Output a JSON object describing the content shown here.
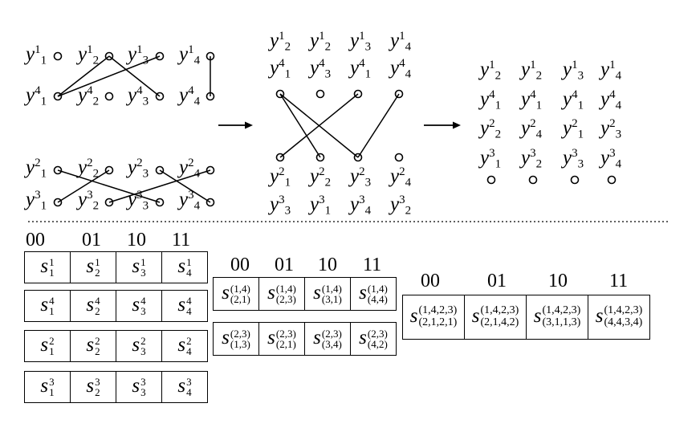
{
  "variable_letter": "y",
  "cell_letter": "s",
  "left_graph": {
    "top": {
      "row1": [
        {
          "sup": "1",
          "sub": "1"
        },
        {
          "sup": "1",
          "sub": "2"
        },
        {
          "sup": "1",
          "sub": "3"
        },
        {
          "sup": "1",
          "sub": "4"
        }
      ],
      "row2": [
        {
          "sup": "4",
          "sub": "1"
        },
        {
          "sup": "4",
          "sub": "2"
        },
        {
          "sup": "4",
          "sub": "3"
        },
        {
          "sup": "4",
          "sub": "4"
        }
      ]
    },
    "bottom": {
      "row1": [
        {
          "sup": "2",
          "sub": "1"
        },
        {
          "sup": "2",
          "sub": "2"
        },
        {
          "sup": "2",
          "sub": "3"
        },
        {
          "sup": "2",
          "sub": "4"
        }
      ],
      "row2": [
        {
          "sup": "3",
          "sub": "1"
        },
        {
          "sup": "3",
          "sub": "2"
        },
        {
          "sup": "3",
          "sub": "3"
        },
        {
          "sup": "3",
          "sub": "4"
        }
      ]
    }
  },
  "middle_graph": {
    "top_rows": [
      [
        {
          "sup": "1",
          "sub": "2"
        },
        {
          "sup": "1",
          "sub": "2"
        },
        {
          "sup": "1",
          "sub": "3"
        },
        {
          "sup": "1",
          "sub": "4"
        }
      ],
      [
        {
          "sup": "4",
          "sub": "1"
        },
        {
          "sup": "4",
          "sub": "3"
        },
        {
          "sup": "4",
          "sub": "1"
        },
        {
          "sup": "4",
          "sub": "4"
        }
      ]
    ],
    "bottom_rows": [
      [
        {
          "sup": "2",
          "sub": "1"
        },
        {
          "sup": "2",
          "sub": "2"
        },
        {
          "sup": "2",
          "sub": "3"
        },
        {
          "sup": "2",
          "sub": "4"
        }
      ],
      [
        {
          "sup": "3",
          "sub": "3"
        },
        {
          "sup": "3",
          "sub": "1"
        },
        {
          "sup": "3",
          "sub": "4"
        },
        {
          "sup": "3",
          "sub": "2"
        }
      ]
    ]
  },
  "right_graph": {
    "rows": [
      [
        {
          "sup": "1",
          "sub": "2"
        },
        {
          "sup": "1",
          "sub": "2"
        },
        {
          "sup": "1",
          "sub": "3"
        },
        {
          "sup": "1",
          "sub": "4"
        }
      ],
      [
        {
          "sup": "4",
          "sub": "1"
        },
        {
          "sup": "4",
          "sub": "1"
        },
        {
          "sup": "4",
          "sub": "1"
        },
        {
          "sup": "4",
          "sub": "4"
        }
      ],
      [
        {
          "sup": "2",
          "sub": "2"
        },
        {
          "sup": "2",
          "sub": "4"
        },
        {
          "sup": "2",
          "sub": "1"
        },
        {
          "sup": "2",
          "sub": "3"
        }
      ],
      [
        {
          "sup": "3",
          "sub": "1"
        },
        {
          "sup": "3",
          "sub": "2"
        },
        {
          "sup": "3",
          "sub": "3"
        },
        {
          "sup": "3",
          "sub": "4"
        }
      ]
    ]
  },
  "column_headers": [
    "00",
    "01",
    "10",
    "11"
  ],
  "table1": [
    [
      {
        "sup": "1",
        "sub": "1"
      },
      {
        "sup": "1",
        "sub": "2"
      },
      {
        "sup": "1",
        "sub": "3"
      },
      {
        "sup": "1",
        "sub": "4"
      }
    ],
    [
      {
        "sup": "4",
        "sub": "1"
      },
      {
        "sup": "4",
        "sub": "2"
      },
      {
        "sup": "4",
        "sub": "3"
      },
      {
        "sup": "4",
        "sub": "4"
      }
    ],
    [
      {
        "sup": "2",
        "sub": "1"
      },
      {
        "sup": "2",
        "sub": "2"
      },
      {
        "sup": "2",
        "sub": "3"
      },
      {
        "sup": "2",
        "sub": "4"
      }
    ],
    [
      {
        "sup": "3",
        "sub": "1"
      },
      {
        "sup": "3",
        "sub": "2"
      },
      {
        "sup": "3",
        "sub": "3"
      },
      {
        "sup": "3",
        "sub": "4"
      }
    ]
  ],
  "table2": [
    [
      {
        "sup": "(1,4)",
        "sub": "(2,1)"
      },
      {
        "sup": "(1,4)",
        "sub": "(2,3)"
      },
      {
        "sup": "(1,4)",
        "sub": "(3,1)"
      },
      {
        "sup": "(1,4)",
        "sub": "(4,4)"
      }
    ],
    [
      {
        "sup": "(2,3)",
        "sub": "(1,3)"
      },
      {
        "sup": "(2,3)",
        "sub": "(2,1)"
      },
      {
        "sup": "(2,3)",
        "sub": "(3,4)"
      },
      {
        "sup": "(2,3)",
        "sub": "(4,2)"
      }
    ]
  ],
  "table3": [
    [
      {
        "sup": "(1,4,2,3)",
        "sub": "(2,1,2,1)"
      },
      {
        "sup": "(1,4,2,3)",
        "sub": "(2,1,4,2)"
      },
      {
        "sup": "(1,4,2,3)",
        "sub": "(3,1,1,3)"
      },
      {
        "sup": "(1,4,2,3)",
        "sub": "(4,4,3,4)"
      }
    ]
  ]
}
